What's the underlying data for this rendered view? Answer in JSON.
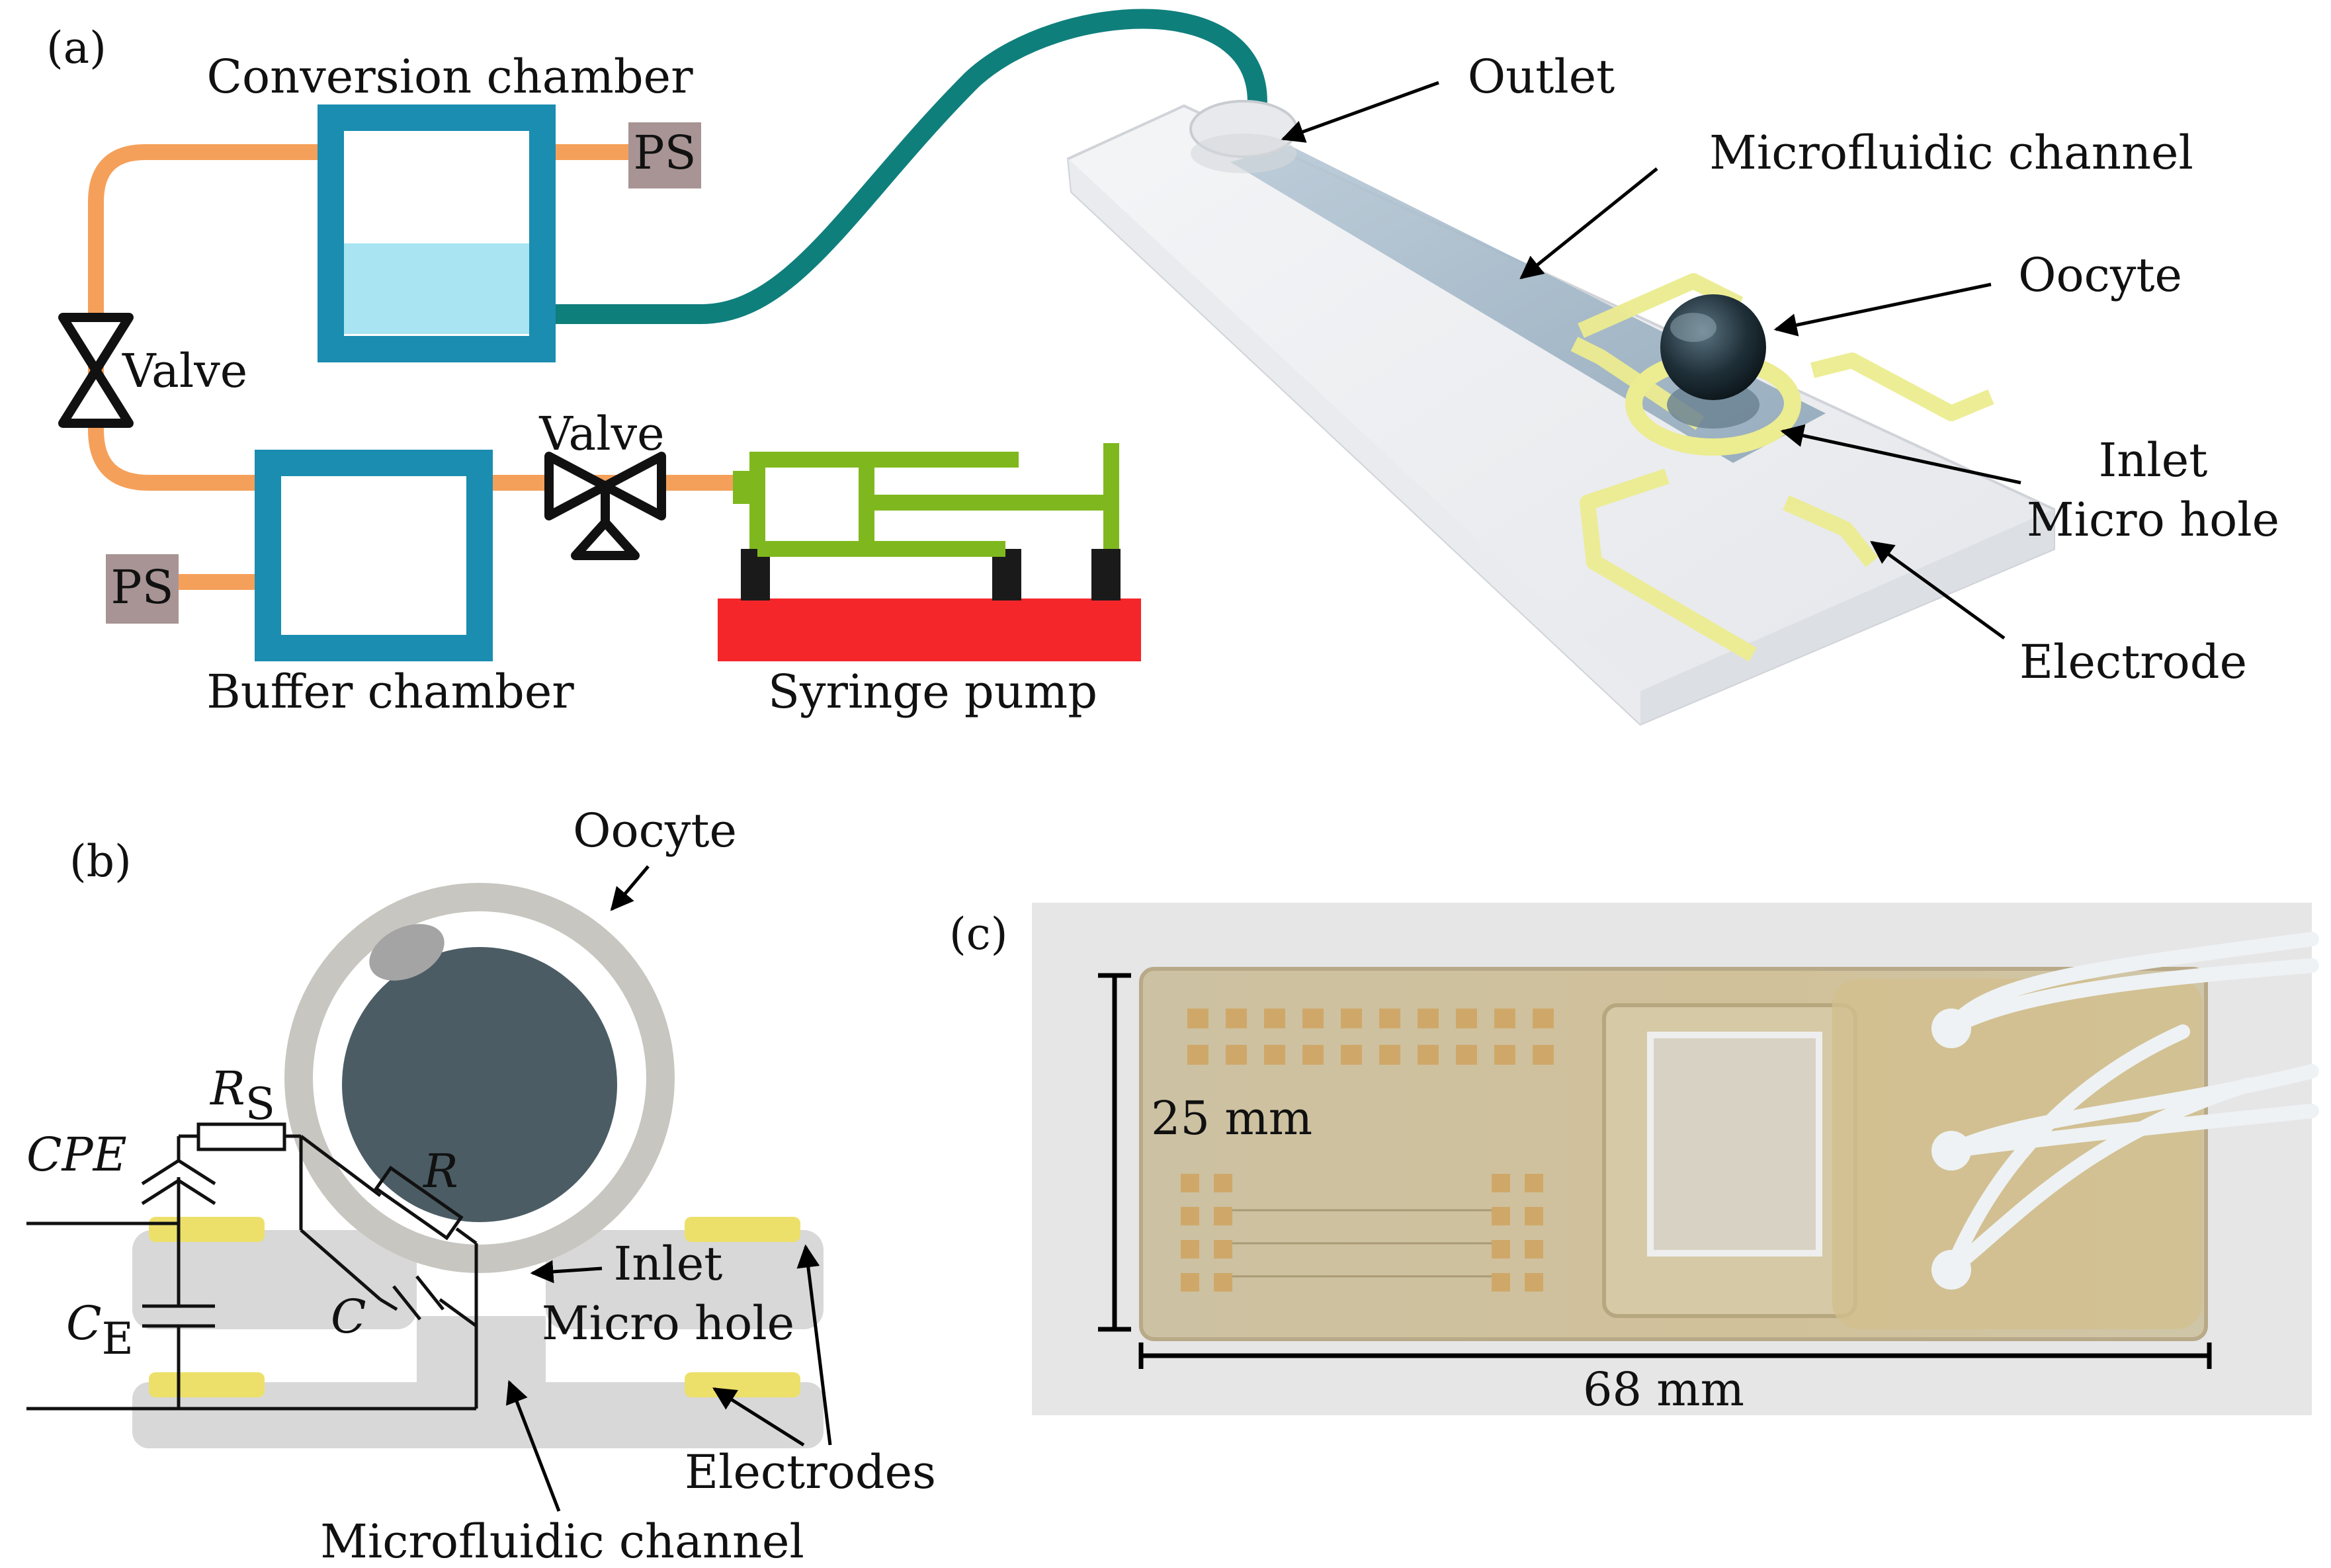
{
  "panel_a": {
    "tag": "(a)",
    "conversion_chamber": "Conversion chamber",
    "ps_top": "PS",
    "valve_left": "Valve",
    "valve_right": "Valve",
    "ps_bottom": "PS",
    "buffer_chamber": "Buffer chamber",
    "syringe_pump": "Syringe pump",
    "outlet": "Outlet",
    "microfluidic_channel": "Microfluidic  channel",
    "oocyte": "Oocyte",
    "inlet": "Inlet",
    "micro_hole": "Micro hole",
    "electrode": "Electrode"
  },
  "panel_b": {
    "tag": "(b)",
    "oocyte": "Oocyte",
    "cpe": "CPE",
    "rs_main": "R",
    "rs_sub": "S",
    "r": "R",
    "c": "C",
    "ce_main": "C",
    "ce_sub": "E",
    "inlet": "Inlet",
    "micro_hole": "Micro hole",
    "electrodes": "Electrodes",
    "microfluidic_channel": "Microfluidic  channel"
  },
  "panel_c": {
    "tag": "(c)",
    "height_label": "25 mm",
    "width_label": "68 mm"
  },
  "colors": {
    "tubing": "#f5a05a",
    "chamber": "#1a8db0",
    "liquid": "#a8e4f2",
    "outlet_tube": "#0f7f7c",
    "ps_box": "#a89494",
    "syringe": "#7fb81e",
    "pump_base": "#f4262a",
    "electrode_yellow": "#ede06a",
    "channel_gray": "#d8d8d8",
    "oocyte_core": "#4b5c64"
  }
}
